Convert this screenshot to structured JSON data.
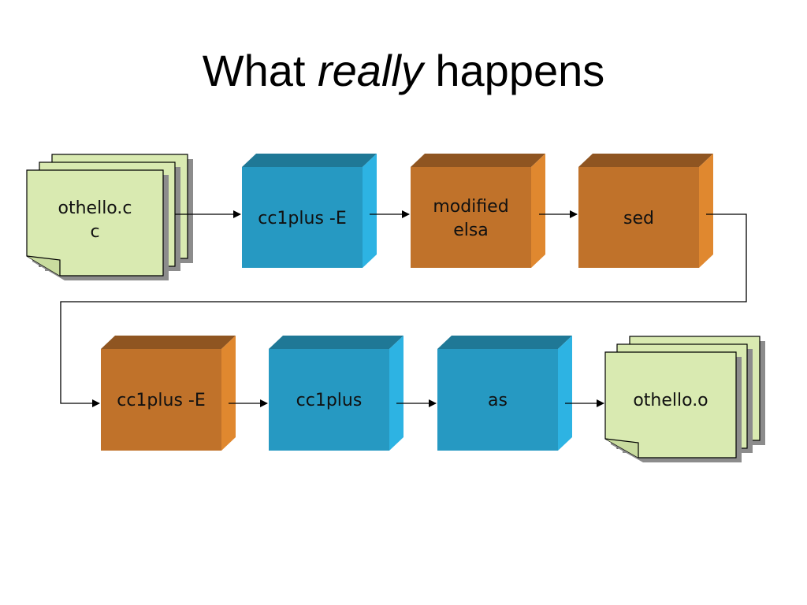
{
  "slide": {
    "title_pre": "What",
    "title_em": "really",
    "title_post": "happens"
  },
  "colors": {
    "blue_front": "#2699C2",
    "blue_top": "#1F7896",
    "blue_side": "#2DB3E3",
    "orange_front": "#C0722A",
    "orange_top": "#8F5521",
    "orange_side": "#E0882F",
    "doc_fill": "#D9EAB1",
    "doc_shadow": "#8C8C8C"
  },
  "nodes": [
    {
      "id": "src",
      "kind": "document",
      "label": "othello.c\nc"
    },
    {
      "id": "cpp1",
      "kind": "process",
      "color": "blue",
      "label": "cc1plus -E"
    },
    {
      "id": "elsa",
      "kind": "process",
      "color": "orange",
      "label": "modified\nelsa"
    },
    {
      "id": "sed",
      "kind": "process",
      "color": "orange",
      "label": "sed"
    },
    {
      "id": "cpp2",
      "kind": "process",
      "color": "orange",
      "label": "cc1plus -E"
    },
    {
      "id": "cc1",
      "kind": "process",
      "color": "blue",
      "label": "cc1plus"
    },
    {
      "id": "as",
      "kind": "process",
      "color": "blue",
      "label": "as"
    },
    {
      "id": "obj",
      "kind": "document",
      "label": "othello.o"
    }
  ],
  "edges": [
    [
      "src",
      "cpp1"
    ],
    [
      "cpp1",
      "elsa"
    ],
    [
      "elsa",
      "sed"
    ],
    [
      "sed",
      "cpp2"
    ],
    [
      "cpp2",
      "cc1"
    ],
    [
      "cc1",
      "as"
    ],
    [
      "as",
      "obj"
    ]
  ]
}
